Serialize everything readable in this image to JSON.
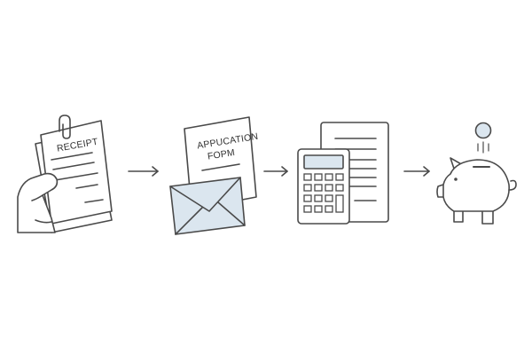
{
  "steps": [
    {
      "id": "receipt",
      "icon": "hand-holding-receipt-icon",
      "label": "RECEIPT"
    },
    {
      "id": "application",
      "icon": "application-form-envelope-icon",
      "label_line1": "APPUCATION",
      "label_line2": "FOPM"
    },
    {
      "id": "calculate",
      "icon": "calculator-document-icon"
    },
    {
      "id": "savings",
      "icon": "piggy-bank-coin-icon"
    }
  ],
  "colors": {
    "ink": "#4a4a4a",
    "accent_tint": "#dbe6ef",
    "background": "#ffffff"
  }
}
